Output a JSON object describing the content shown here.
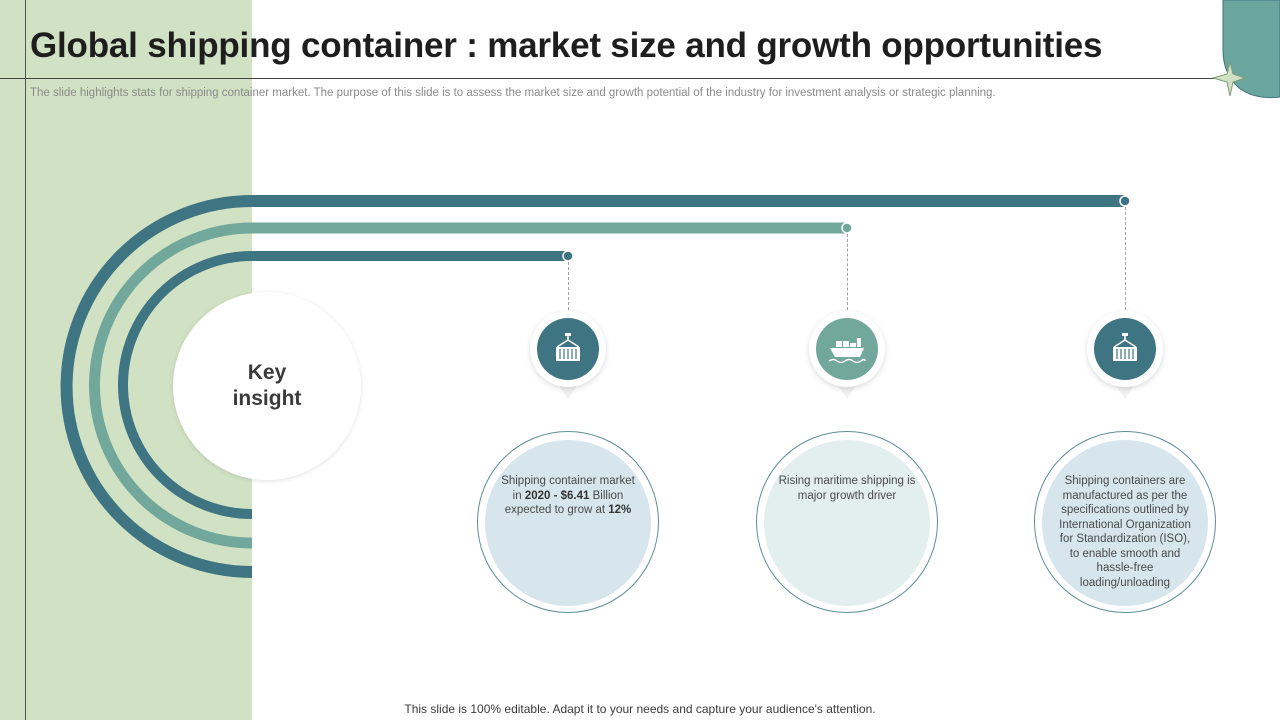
{
  "slide": {
    "title": "Global shipping container : market size and growth opportunities",
    "subtitle": "The slide highlights stats for shipping container market. The purpose of this slide is to assess the market size and growth potential  of the industry for investment analysis or strategic planning.",
    "key_insight": "Key\ninsight",
    "footer": "This slide is 100% editable. Adapt it to your needs and capture your audience's attention."
  },
  "colors": {
    "dark_teal": "#3f7482",
    "light_teal": "#72a79c",
    "panel_green": "#d1e2c4",
    "circle_fill_blue": "#d6e6ec",
    "circle_fill_pale": "#e3efec"
  },
  "insights": [
    {
      "icon": "container-crane-icon",
      "parts": [
        "Shipping container market in ",
        "2020 - $6.41",
        " Billion expected to grow at ",
        "12%"
      ]
    },
    {
      "icon": "cargo-ship-icon",
      "text": "Rising maritime shipping  is major growth driver"
    },
    {
      "icon": "container-crane-icon",
      "text": "Shipping containers are manufactured as per the specifications outlined by International Organization for Standardization (ISO), to enable smooth and hassle-free loading/unloading"
    }
  ]
}
